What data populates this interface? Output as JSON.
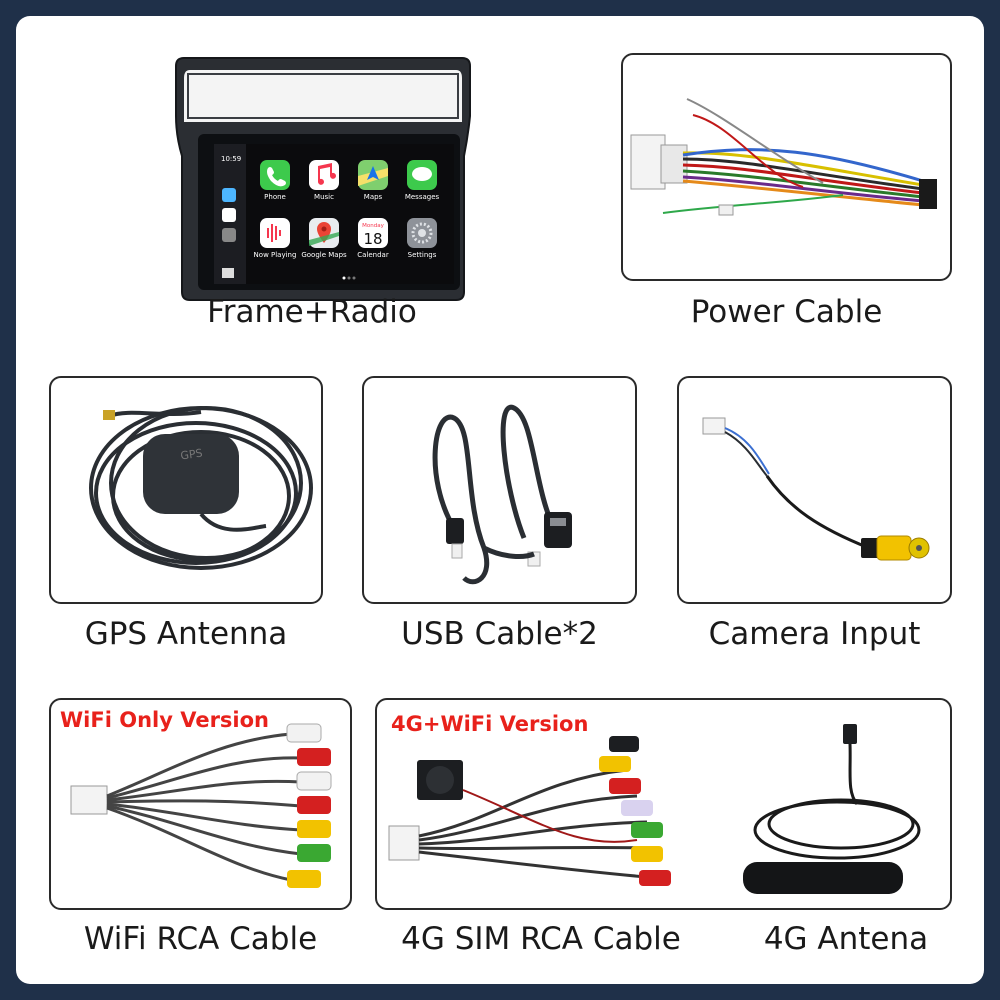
{
  "items": {
    "frame_radio": "Frame+Radio",
    "power_cable": "Power Cable",
    "gps_antenna": "GPS Antenna",
    "usb_cable": "USB Cable*2",
    "camera_input": "Camera Input",
    "wifi_rca_cable": "WiFi RCA Cable",
    "sim_rca_cable": "4G SIM RCA Cable",
    "antenna_4g": "4G Antena"
  },
  "tags": {
    "wifi_only": "WiFi Only Version",
    "wifi_4g": "4G+WiFi Version"
  },
  "screen": {
    "clock": "10:59",
    "apps": [
      {
        "label": "Phone",
        "icon": "phone-icon"
      },
      {
        "label": "Music",
        "icon": "music-icon"
      },
      {
        "label": "Maps",
        "icon": "maps-icon"
      },
      {
        "label": "Messages",
        "icon": "messages-icon"
      },
      {
        "label": "Now Playing",
        "icon": "now-playing-icon"
      },
      {
        "label": "Google Maps",
        "icon": "google-maps-icon"
      },
      {
        "label": "Calendar",
        "icon": "calendar-icon"
      },
      {
        "label": "Settings",
        "icon": "settings-icon"
      }
    ],
    "calendar_day": "Monday",
    "calendar_date": "18"
  },
  "gps_icon_label": "GPS",
  "colors": {
    "background": "#1f3049",
    "tag_red": "#e8211b",
    "rca_red": "#d42020",
    "rca_yellow": "#f2c200",
    "rca_white": "#f2f2f2",
    "rca_green": "#3aa832"
  }
}
